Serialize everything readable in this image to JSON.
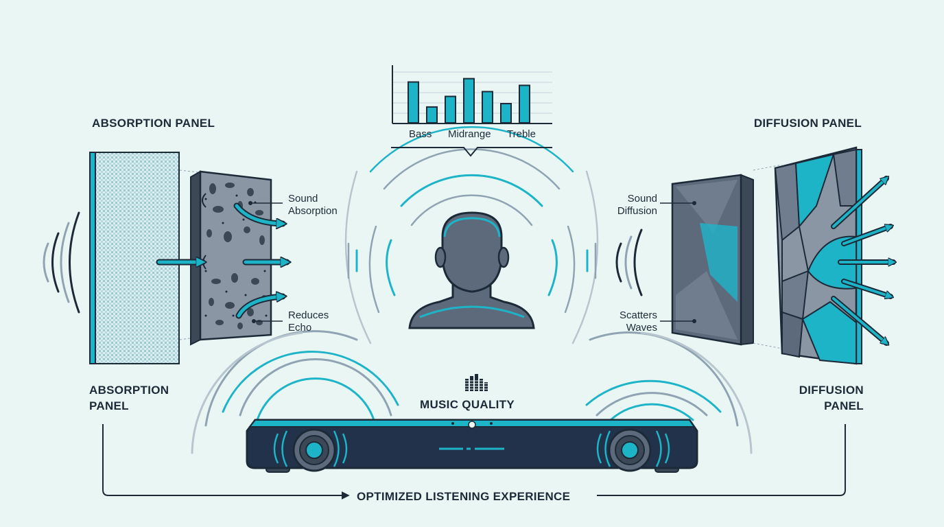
{
  "labels": {
    "absorption_top": "ABSORPTION PANEL",
    "diffusion_top": "DIFFUSION PANEL",
    "absorption_bottom_1": "ABSORPTION",
    "absorption_bottom_2": "PANEL",
    "diffusion_bottom_1": "DIFFUSION",
    "diffusion_bottom_2": "PANEL",
    "sound_absorption_1": "Sound",
    "sound_absorption_2": "Absorption",
    "reduces_echo_1": "Reduces",
    "reduces_echo_2": "Echo",
    "sound_diffusion_1": "Sound",
    "sound_diffusion_2": "Diffusion",
    "scatters_waves_1": "Scatters",
    "scatters_waves_2": "Waves",
    "music_quality": "MUSIC QUALITY",
    "optimized": "OPTIMIZED LISTENING EXPERIENCE"
  },
  "eq_chart": {
    "categories": [
      "Bass",
      "Midrange",
      "Treble"
    ],
    "levels": [
      0.85,
      0.33,
      0.55,
      0.92,
      0.65,
      0.4,
      0.78
    ]
  },
  "icons": [
    "listener-head-icon",
    "soundbar-icon",
    "equalizer-icon",
    "arrow-icon",
    "sound-wave-icon"
  ],
  "colors": {
    "accent": "#1eb4c8",
    "panel": "#5d6a7c",
    "dark": "#1c2a38",
    "background": "#eaf6f4"
  }
}
